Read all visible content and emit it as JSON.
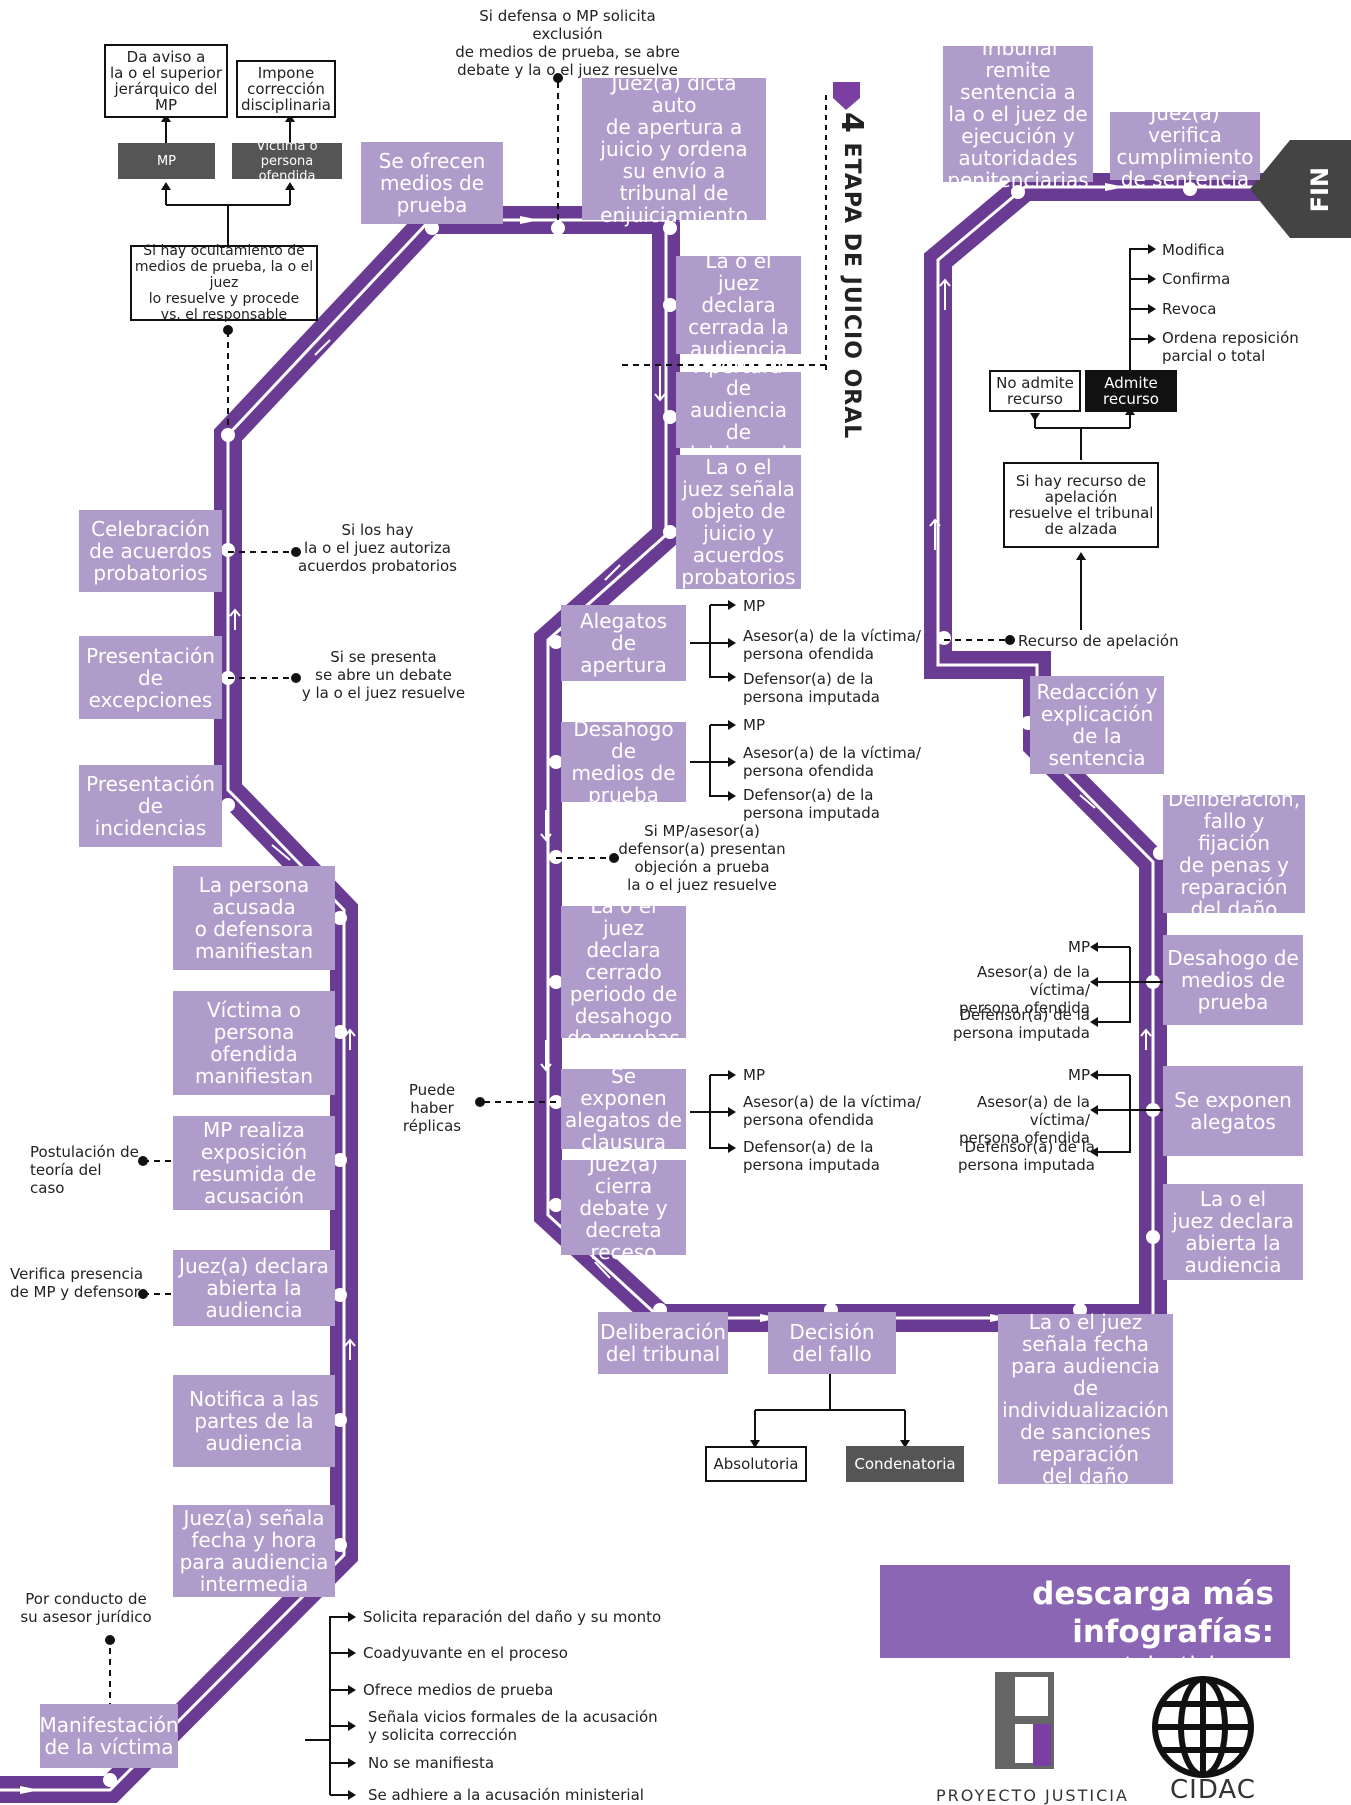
{
  "colors": {
    "track": "#6a3b93",
    "stage": "#b09ccb",
    "dark_box": "#555555",
    "black_box": "#111111",
    "download": "#8a66b4"
  },
  "stage_title": {
    "number": "4",
    "label": "ETAPA DE JUICIO ORAL"
  },
  "fin_label": "FIN",
  "stages": {
    "manifestacion": "Manifestación\nde la víctima",
    "juez_senala_fecha": "Juez(a) señala\nfecha y hora\npara audiencia\nintermedia",
    "notifica": "Notifica a las\npartes de la\naudiencia",
    "juez_declara_abierta": "Juez(a) declara\nabierta la\naudiencia",
    "mp_realiza": "MP realiza\nexposición\nresumida de\nacusación",
    "victima_manifiestan": "Víctima o\npersona\nofendida\nmanifiestan",
    "acusada_manifiestan": "La persona\nacusada\no defensora\nmanifiestan",
    "incidencias": "Presentación\nde\nincidencias",
    "excepciones": "Presentación\nde\nexcepciones",
    "acuerdos": "Celebración\nde acuerdos\nprobatorios",
    "ofrecen_medios": "Se ofrecen\nmedios de\nprueba",
    "auto_apertura": "Juez(a) dicta auto\nde apertura a\njuicio y ordena\nsu envío a\ntribunal de\nenjuiciamiento",
    "cerrada_audiencia": "La o el\njuez declara\ncerrada la\naudiencia",
    "apertura_juicio": "Apertura de\naudiencia de\njuicio oral",
    "senala_objeto": "La o el\njuez señala\nobjeto de\njuicio y\nacuerdos\nprobatorios",
    "alegatos_apertura": "Alegatos de\napertura",
    "desahogo_medios": "Desahogo de\nmedios de\nprueba",
    "cerrado_periodo": "La o el\njuez declara\ncerrado\nperiodo de\ndesahogo\nde pruebas",
    "alegatos_clausura": "Se exponen\nalegatos de\nclausura",
    "cierra_debate": "Juez(a) cierra\ndebate y\ndecreta\nreceso",
    "deliberacion_tribunal": "Deliberación\ndel tribunal",
    "decision_fallo": "Decisión\ndel fallo",
    "senala_fecha_individualizacion": "La o el juez\nseñala fecha\npara  audiencia de\nindividualización\nde sanciones\nreparación\ndel daño",
    "abierta_audiencia": "La o el\njuez declara\nabierta la\naudiencia",
    "exponen_alegatos": "Se exponen\nalegatos",
    "desahogo_medios_2": "Desahogo de\nmedios de\nprueba",
    "deliberacion_fallo": "Deliberación,\nfallo y fijación\nde penas y\nreparación\ndel daño",
    "redaccion": "Redacción y\nexplicación\nde la\nsentencia",
    "tribunal_remite": "Tribunal remite\nsentencia a\nla o el juez de\nejecución y\nautoridades\npenitenciarias",
    "juez_verifica": "Juez(a) verifica\ncumplimiento\nde sentencia"
  },
  "notes": {
    "por_conducto": "Por conducto de\nsu asesor jurídico",
    "verifica_presencia": "Verifica presencia\nde MP y defensor",
    "postulacion": "Postulación de\nteoría del caso",
    "si_presenta": "Si se presenta\nse abre un debate\ny la o el juez resuelve",
    "si_los_hay": "Si los hay\nla o el juez autoriza\nacuerdos probatorios",
    "si_defensa": "Si defensa o MP solicita exclusión\nde medios de prueba, se abre\ndebate  y la o el juez resuelve",
    "si_mp_asesor": "Si MP/asesor(a)\ndefensor(a) presentan\nobjeción a prueba\nla o el juez resuelve",
    "puede_haber": "Puede haber\nréplicas",
    "recurso_apelacion": "Recurso de apelación"
  },
  "manifest_options": [
    "Solicita reparación del daño y su monto",
    "Coadyuvante en el  proceso",
    "Ofrece medios de prueba",
    "Señala vicios formales de la acusación\ny solicita corrección",
    "No se manifiesta",
    "Se adhiere a la acusación ministerial"
  ],
  "parties": [
    "MP",
    "Asesor(a) de la víctima/\npersona ofendida",
    "Defensor(a) de la\npersona imputada"
  ],
  "boxes": {
    "ocultamiento": "Si hay ocultamiento de\nmedios de prueba, la o el juez\nlo resuelve y procede\nvs. el responsable",
    "mp": "MP",
    "victima": "Víctima o\npersona ofendida",
    "da_aviso": "Da aviso a\nla o el superior\njerárquico del\nMP",
    "impone": "Impone\ncorrección\ndisciplinaria",
    "absolutoria": "Absolutoria",
    "condenatoria": "Condenatoria",
    "si_hay_recurso": "Si hay recurso de\napelación\nresuelve el tribunal\nde alzada",
    "no_admite": "No admite\nrecurso",
    "admite": "Admite\nrecurso"
  },
  "recurso_options": [
    "Modifica",
    "Confirma",
    "Revoca",
    "Ordena reposición\nparcial o total"
  ],
  "download": {
    "title": "descarga más infografías:",
    "url": "proyectojusticia.org"
  },
  "logos": {
    "proyecto": "PROYECTO JUSTICIA",
    "cidac": "CIDAC"
  }
}
